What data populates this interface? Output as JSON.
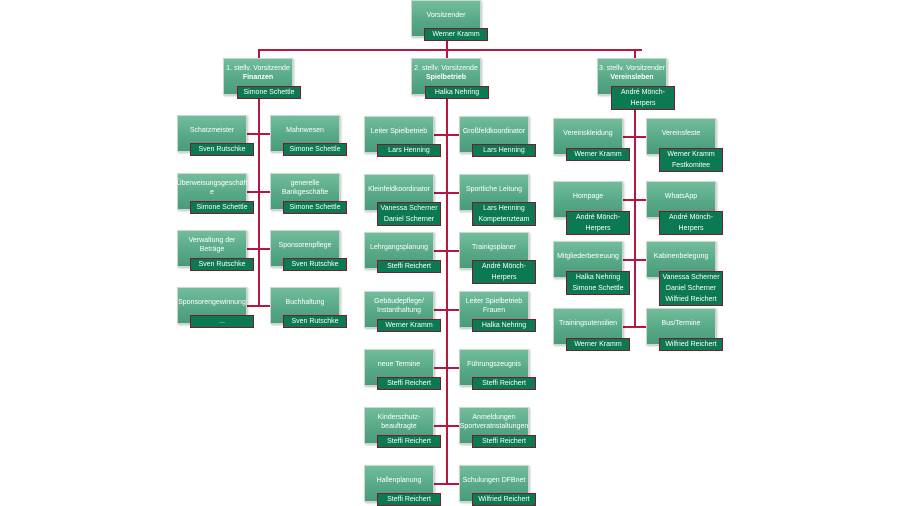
{
  "root": {
    "title": [
      "Vorsitzender"
    ],
    "names": [
      "Werner Kramm"
    ]
  },
  "columns": [
    {
      "key": "finanzen",
      "head": {
        "title": [
          "1. stellv. Vorsitzende"
        ],
        "subtitle": "Finanzen",
        "names": [
          "Simone Schettle"
        ]
      },
      "rows": [
        [
          {
            "title": [
              "Schatzmeister"
            ],
            "names": [
              "Sven Rutschke"
            ]
          },
          {
            "title": [
              "Mahnwesen"
            ],
            "names": [
              "Simone Schettle"
            ]
          }
        ],
        [
          {
            "title": [
              "Überweisungsgeschäft",
              "e"
            ],
            "names": [
              "Simone Schettle"
            ]
          },
          {
            "title": [
              "generelle",
              "Bankgeschäfte"
            ],
            "names": [
              "Simone Schettle"
            ]
          }
        ],
        [
          {
            "title": [
              "Verwaltung der",
              "Beträge"
            ],
            "names": [
              "Sven Rutschke"
            ]
          },
          {
            "title": [
              "Sponsorenpflege"
            ],
            "names": [
              "Sven Rutschke"
            ]
          }
        ],
        [
          {
            "title": [
              "Sponsorengewinnung"
            ],
            "names": [
              "..."
            ]
          },
          {
            "title": [
              "Buchhaltung"
            ],
            "names": [
              "Sven Rutschke"
            ]
          }
        ]
      ]
    },
    {
      "key": "spielbetrieb",
      "head": {
        "title": [
          "2. stellv. Vorsitzende"
        ],
        "subtitle": "Spielbetrieb",
        "names": [
          "Halka Nehring"
        ]
      },
      "rows": [
        [
          {
            "title": [
              "Leiter Spielbetrieb"
            ],
            "names": [
              "Lars Henning"
            ]
          },
          {
            "title": [
              "Großfeldkoordinator"
            ],
            "names": [
              "Lars Henning"
            ]
          }
        ],
        [
          {
            "title": [
              "Kleinfeldkoordinator"
            ],
            "names": [
              "Vanessa Scherner",
              "Daniel Scherner"
            ]
          },
          {
            "title": [
              "Sportliche Leitung"
            ],
            "names": [
              "Lars Henning",
              "Kompetenzteam"
            ]
          }
        ],
        [
          {
            "title": [
              "Lehrgangsplanung"
            ],
            "names": [
              "Steffi Reichert"
            ]
          },
          {
            "title": [
              "Trainigsplaner"
            ],
            "names": [
              "André Mönch-",
              "Herpers"
            ]
          }
        ],
        [
          {
            "title": [
              "Gebäudepflege/",
              "Instanthaltung"
            ],
            "names": [
              "Werner Kramm"
            ]
          },
          {
            "title": [
              "Leiter Spielbetrieb",
              "Frauen"
            ],
            "names": [
              "Halka Nehring"
            ]
          }
        ],
        [
          {
            "title": [
              "neue Termine"
            ],
            "names": [
              "Steffi Reichert"
            ]
          },
          {
            "title": [
              "Führungszeugnis"
            ],
            "names": [
              "Steffi Reichert"
            ]
          }
        ],
        [
          {
            "title": [
              "Kinderschutz-",
              "beauftragte"
            ],
            "names": [
              "Steffi Reichert"
            ]
          },
          {
            "title": [
              "Anmeldungen",
              "Sportveratnstaltungen"
            ],
            "names": [
              "Steffi Reichert"
            ]
          }
        ],
        [
          {
            "title": [
              "Hallenplanung"
            ],
            "names": [
              "Steffi Reichert"
            ]
          },
          {
            "title": [
              "Schulungen DFBnet"
            ],
            "names": [
              "Wilfried Reichert"
            ]
          }
        ]
      ]
    },
    {
      "key": "vereinsleben",
      "head": {
        "title": [
          "3. stellv. Vorsitzender"
        ],
        "subtitle": "Vereinsleben",
        "names": [
          "André Mönch-",
          "Herpers"
        ]
      },
      "rows": [
        [
          {
            "title": [
              "Vereinskleidung"
            ],
            "names": [
              "Werner Kramm"
            ]
          },
          {
            "title": [
              "Vereinsfeste"
            ],
            "names": [
              "Werner Kramm",
              "Festkomitee"
            ]
          }
        ],
        [
          {
            "title": [
              "Hompage"
            ],
            "names": [
              "André Mönch-",
              "Herpers"
            ]
          },
          {
            "title": [
              "WhatsApp"
            ],
            "names": [
              "André Mönch-",
              "Herpers"
            ]
          }
        ],
        [
          {
            "title": [
              "Mitgliederbetreuung"
            ],
            "names": [
              "Halka Nehring",
              "Simone Schettle"
            ]
          },
          {
            "title": [
              "Kabinenbelegung"
            ],
            "names": [
              "Vanessa Scherner",
              "Daniel Scherner",
              "Wilfried Reichert"
            ]
          }
        ],
        [
          {
            "title": [
              "Trainingsutensilien"
            ],
            "names": [
              "Werner Kramm"
            ]
          },
          {
            "title": [
              "Bus/Termine"
            ],
            "names": [
              "Wilfried Reichert"
            ]
          }
        ]
      ]
    }
  ]
}
